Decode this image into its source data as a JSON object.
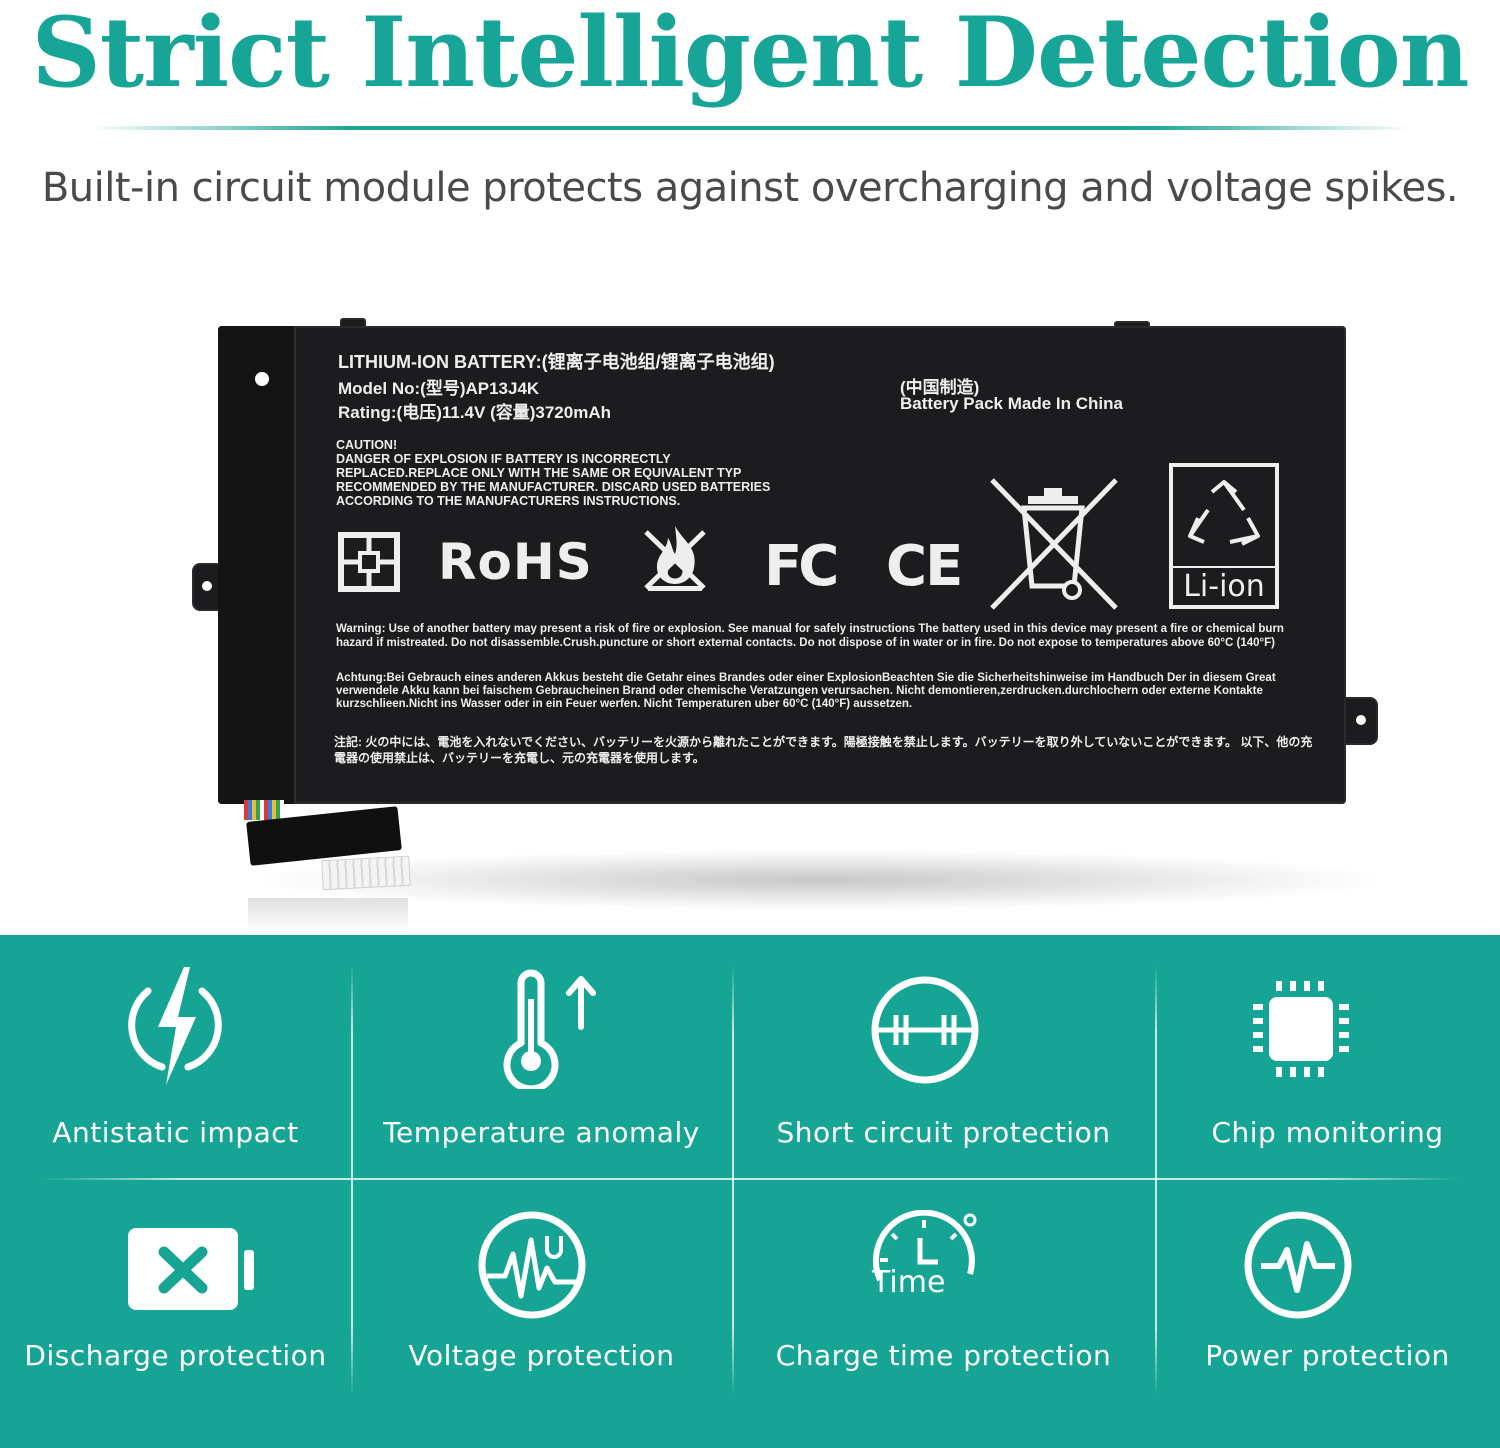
{
  "header": {
    "title": "Strict Intelligent Detection",
    "subtitle": "Built-in circuit module protects against overcharging and voltage spikes."
  },
  "battery_label": {
    "type_line": "LITHIUM-ION BATTERY:(锂离子电池组/锂离子电池组)",
    "model_line": "Model No:(型号)AP13J4K",
    "rating_line": "Rating:(电压)11.4V     (容量)3720mAh",
    "origin_cn": "(中国制造)",
    "origin_en": "Battery Pack Made In China",
    "caution": "CAUTION!\nDANGER OF EXPLOSION IF BATTERY IS INCORRECTLY\nREPLACED.REPLACE ONLY WITH THE SAME OR EQUIVALENT TYP\nRECOMMENDED BY THE MANUFACTURER. DISCARD USED BATTERIES\nACCORDING TO THE MANUFACTURERS INSTRUCTIONS.",
    "marks": {
      "rohs": "RoHS",
      "fc": "FC",
      "ce": "CE",
      "liion": "Li-ion"
    },
    "warning_en": "Warning: Use of another battery may present a risk of fire or explosion. See manual for safely instructions The battery used in this device may present a fire or chemical burn hazard if mistreated. Do not disassemble.Crush.puncture or short external contacts. Do not dispose of in water or in fire. Do not expose to temperatures above 60°C (140°F)",
    "warning_de": "Achtung:Bei Gebrauch eines anderen Akkus besteht die Getahr eines Brandes  oder einer ExplosionBeachten Sie die Sicherheitshinweise im Handbuch Der in diesem Great verwendele Akku kann bei faischem Gebraucheinen Brand  oder chemische Veratzungen verursachen. Nicht demontieren,zerdrucken.durchlochern oder externe Kontakte kurzschlieen.Nicht ins Wasser oder in ein Feuer werfen. Nicht Temperaturen uber 60°C (140°F) aussetzen.",
    "warning_jp": "注記: 火の中には、電池を入れないでください、バッテリーを火源から離れたことができます。陽極接触を禁止します。バッテリーを取り外していないことができます。 以下、他の充電器の使用禁止は、バッテリーを充電し、元の充電器を使用します。"
  },
  "features": [
    {
      "label": "Antistatic impact",
      "icon": "lightning-shield-icon"
    },
    {
      "label": "Temperature anomaly",
      "icon": "thermometer-up-icon"
    },
    {
      "label": "Short circuit protection",
      "icon": "circuit-icon"
    },
    {
      "label": "Chip monitoring",
      "icon": "chip-icon"
    },
    {
      "label": "Discharge protection",
      "icon": "battery-x-icon"
    },
    {
      "label": "Voltage protection",
      "icon": "voltage-wave-icon"
    },
    {
      "label": "Charge time protection",
      "icon": "timer-icon",
      "icon_text": "Time"
    },
    {
      "label": "Power protection",
      "icon": "pulse-icon"
    }
  ],
  "colors": {
    "brand_teal": "#16a594",
    "headline_teal": "#17a597",
    "battery_body": "#1c1c1e",
    "text_gray": "#4a4a4a"
  }
}
